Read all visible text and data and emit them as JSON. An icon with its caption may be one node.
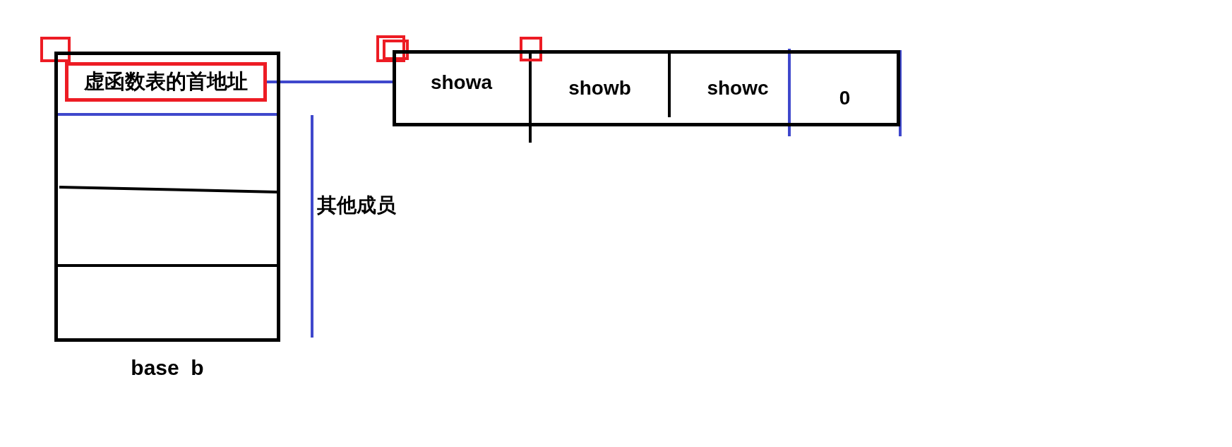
{
  "diagram": {
    "nodes": [
      {
        "text": [],
        "shape": "box",
        "beside": [
          "base  b"
        ]
      },
      {
        "text": [
          "虚函数表的首地址"
        ],
        "in": 0
      },
      {
        "text": [],
        "shape": "box"
      },
      {
        "text": [
          "showa"
        ],
        "in": 2
      },
      {
        "text": [
          "showb"
        ],
        "in": 2
      },
      {
        "text": [
          "showc"
        ],
        "in": 2
      },
      {
        "text": [
          "0"
        ],
        "in": 2
      }
    ],
    "edges": [
      {
        "from": 1,
        "to": 2,
        "arrow": "none",
        "color": "#3f48cc"
      }
    ],
    "labels": [
      "其他成员"
    ]
  }
}
